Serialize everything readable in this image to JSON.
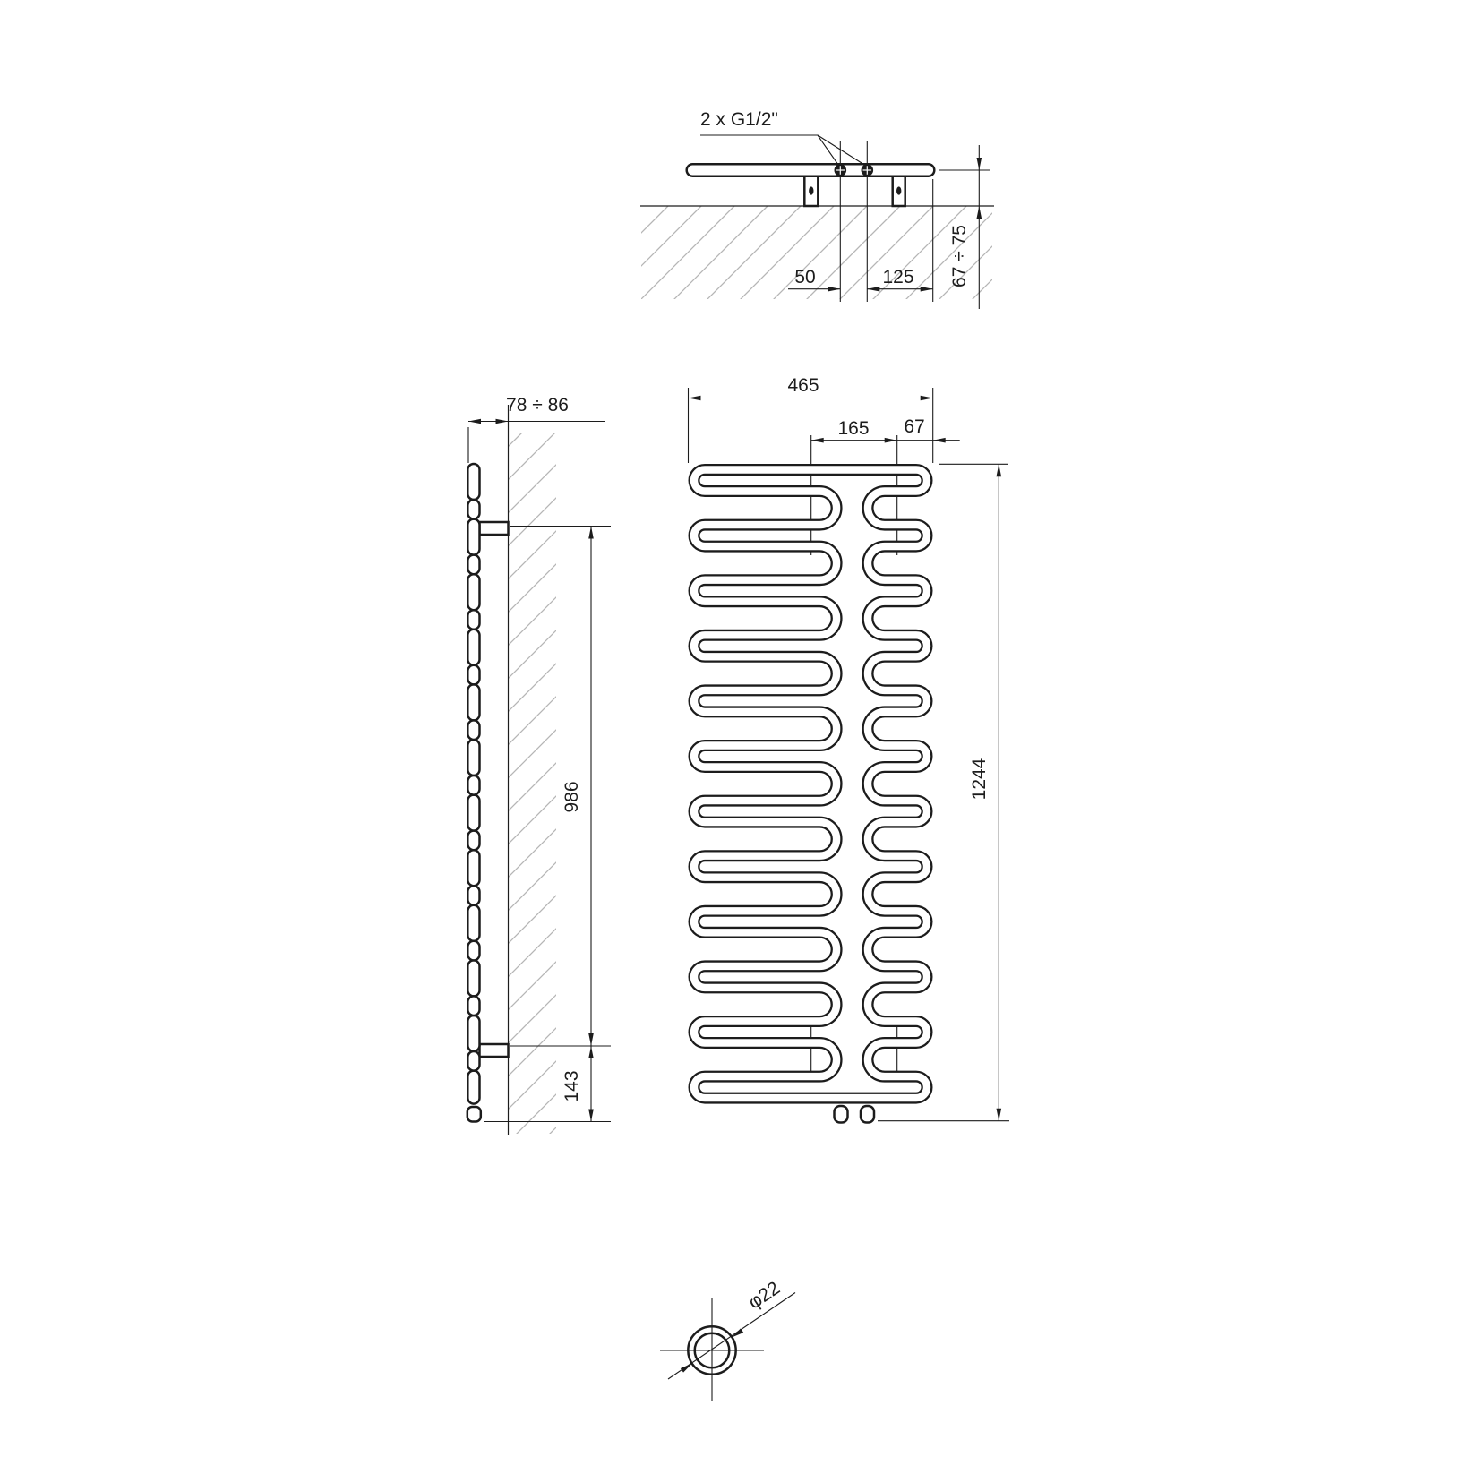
{
  "drawing": {
    "kind": "radiator-dimensional-drawing",
    "colors": {
      "line": "#1c1c1c",
      "hatch": "#b5b5b5",
      "background": "#ffffff"
    },
    "top_view": {
      "connections_label": "2 x G1/2\"",
      "connection_spacing": "50",
      "connection_to_edge": "125",
      "wall_distance": "67 ÷ 75"
    },
    "front_view": {
      "width": "465",
      "bracket_spacing": "165",
      "bracket_to_edge": "67",
      "height": "1244"
    },
    "side_view": {
      "depth": "78 ÷ 86",
      "bracket_span": "986",
      "bracket_to_bottom": "143"
    },
    "detail_view": {
      "tube_diameter": "φ22"
    }
  }
}
